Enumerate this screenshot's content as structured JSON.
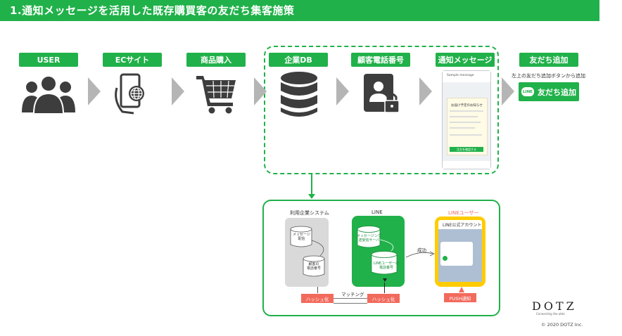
{
  "title": "1.通知メッセージを活用した既存購買客の友だち集客施策",
  "steps": [
    {
      "label": "USER",
      "icon": "users-icon"
    },
    {
      "label": "ECサイト",
      "icon": "smartphone-globe-icon"
    },
    {
      "label": "商品購入",
      "icon": "shopping-cart-icon"
    },
    {
      "label": "企業DB",
      "icon": "database-icon"
    },
    {
      "label": "顧客電話番号",
      "icon": "locked-contact-icon"
    },
    {
      "label": "通知メッセージ",
      "icon": "phone-notification-screenshot"
    },
    {
      "label": "友だち追加",
      "icon": "line-add-friend-button"
    }
  ],
  "add_friend": {
    "caption": "左上の友だち追加ボタンから追加",
    "logo": "LINE",
    "button": "友だち追加"
  },
  "notification_phone": {
    "app_name": "Sample message",
    "card_title": "お届け予定のお知らせ",
    "button": "注文を確認する"
  },
  "flow": {
    "enterprise": {
      "title": "利用企業システム",
      "db_top": "メッセージ\n配信",
      "db_bottom": "顧客の\n電話番号",
      "tag": "ハッシュ化"
    },
    "line": {
      "title": "LINE",
      "db_top": "メッセージング\n送受信サーバ",
      "db_bottom": "LINEユーザーの\n電話番号",
      "tag": "ハッシュ化"
    },
    "user": {
      "title": "LINEユーザー",
      "phone_title": "LINE公式アカウント",
      "tag": "PUSH通知"
    },
    "matching_label": "マッチング",
    "success_label": "成功"
  },
  "brand": {
    "logo": "DOTZ",
    "tagline": "Connecting the dots.",
    "copyright": "© 2020 DOTZ Inc."
  },
  "colors": {
    "green": "#21b14a",
    "gray_icon": "#3d3d3d",
    "arrow_gray": "#b5b5b5",
    "tag_red": "#f26a5c",
    "user_yellow": "#ffcc00"
  }
}
